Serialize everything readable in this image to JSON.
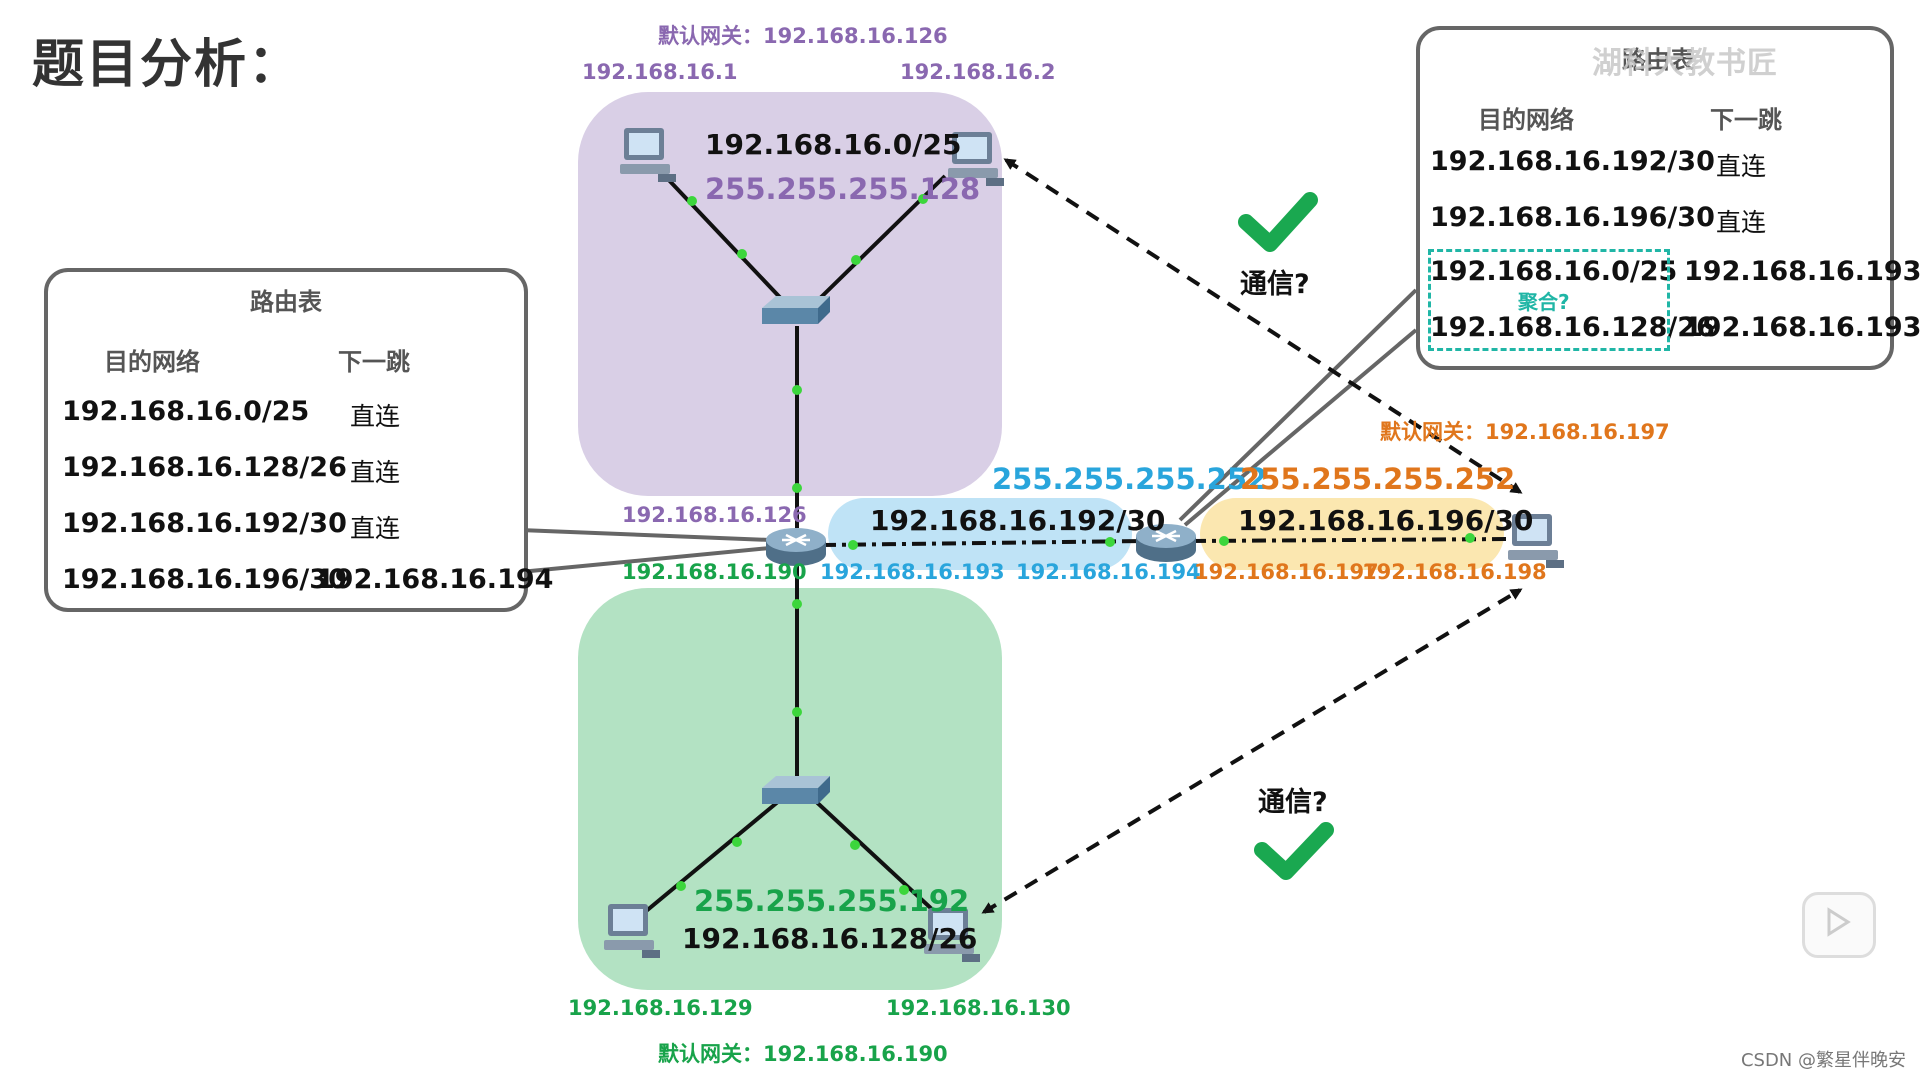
{
  "title": "题目分析：",
  "top_lan": {
    "gateway": "默认网关：192.168.16.126",
    "pc1_ip": "192.168.16.1",
    "pc2_ip": "192.168.16.2",
    "network": "192.168.16.0/25",
    "mask": "255.255.255.128",
    "router_ip": "192.168.16.126"
  },
  "bottom_lan": {
    "gateway": "默认网关：192.168.16.190",
    "pc1_ip": "192.168.16.129",
    "pc2_ip": "192.168.16.130",
    "network": "192.168.16.128/26",
    "mask": "255.255.255.192",
    "router_ip": "192.168.16.190"
  },
  "link_r1_r2": {
    "mask": "255.255.255.252",
    "network": "192.168.16.192/30",
    "r1_ip": "192.168.16.193",
    "r2_ip": "192.168.16.194"
  },
  "link_r2_pc": {
    "mask": "255.255.255.252",
    "network": "192.168.16.196/30",
    "r2_ip": "192.168.16.197",
    "pc_ip": "192.168.16.198",
    "pc_gateway": "默认网关：192.168.16.197"
  },
  "routing_table_left": {
    "title": "路由表",
    "col_dest": "目的网络",
    "col_next": "下一跳",
    "rows": [
      {
        "dest": "192.168.16.0/25",
        "next": "直连"
      },
      {
        "dest": "192.168.16.128/26",
        "next": "直连"
      },
      {
        "dest": "192.168.16.192/30",
        "next": "直连"
      },
      {
        "dest": "192.168.16.196/30",
        "next": "192.168.16.194"
      }
    ]
  },
  "routing_table_right": {
    "title": "路由表",
    "col_dest": "目的网络",
    "col_next": "下一跳",
    "rows": [
      {
        "dest": "192.168.16.192/30",
        "next": "直连"
      },
      {
        "dest": "192.168.16.196/30",
        "next": "直连"
      },
      {
        "dest": "192.168.16.0/25",
        "next": "192.168.16.193"
      },
      {
        "dest": "192.168.16.128/26",
        "next": "192.168.16.193"
      }
    ],
    "aggregate_label": "聚合?"
  },
  "communication": {
    "top_question": "通信?",
    "bottom_question": "通信?"
  },
  "colors": {
    "purple": "#8a68b0",
    "green": "#18a34a",
    "blue": "#29a5dc",
    "orange": "#e0761c",
    "check": "#1aa850"
  },
  "channel_overlay": "湖科大教书匠",
  "watermark": "CSDN @繁星伴晚安"
}
